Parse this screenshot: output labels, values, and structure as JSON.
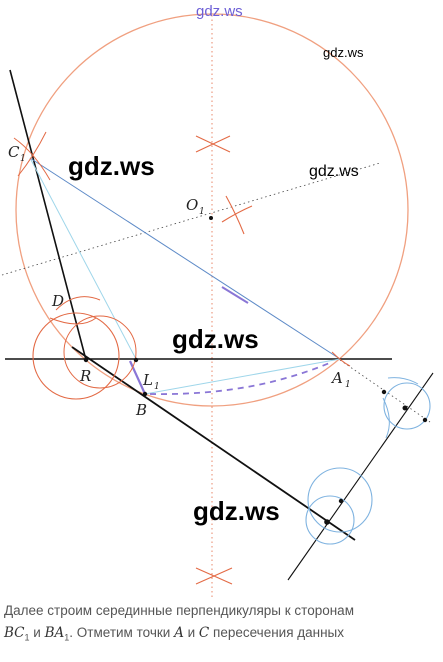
{
  "watermarks": {
    "top": "gdz.ws",
    "small": "gdz.ws",
    "mid": "gdz.ws",
    "large_1": "gdz.ws",
    "large_2": "gdz.ws",
    "large_3": "gdz.ws"
  },
  "points": {
    "C": "C",
    "C_sub": "1",
    "O": "O",
    "O_sub": "1",
    "D": "D",
    "R": "R",
    "L": "L",
    "L_sub": "1",
    "B": "B",
    "A": "A",
    "A_sub": "1"
  },
  "caption": {
    "line1": "Далее строим серединные перпендикуляры к сторонам",
    "seg1": "BC",
    "seg1_sub": "1",
    "and": "и",
    "seg2": "BA",
    "seg2_sub": "1",
    "rest1": ". Отметим точки",
    "ptA": "A",
    "and2": "и",
    "ptC": "C",
    "rest2": "пересечения данных"
  },
  "colors": {
    "circle": "#f0a080",
    "construction": "#e36a45",
    "auxiliary": "#8ec3ea",
    "blue_arc": "#7fb3e0",
    "purple": "#8a76d6",
    "black": "#111111"
  }
}
